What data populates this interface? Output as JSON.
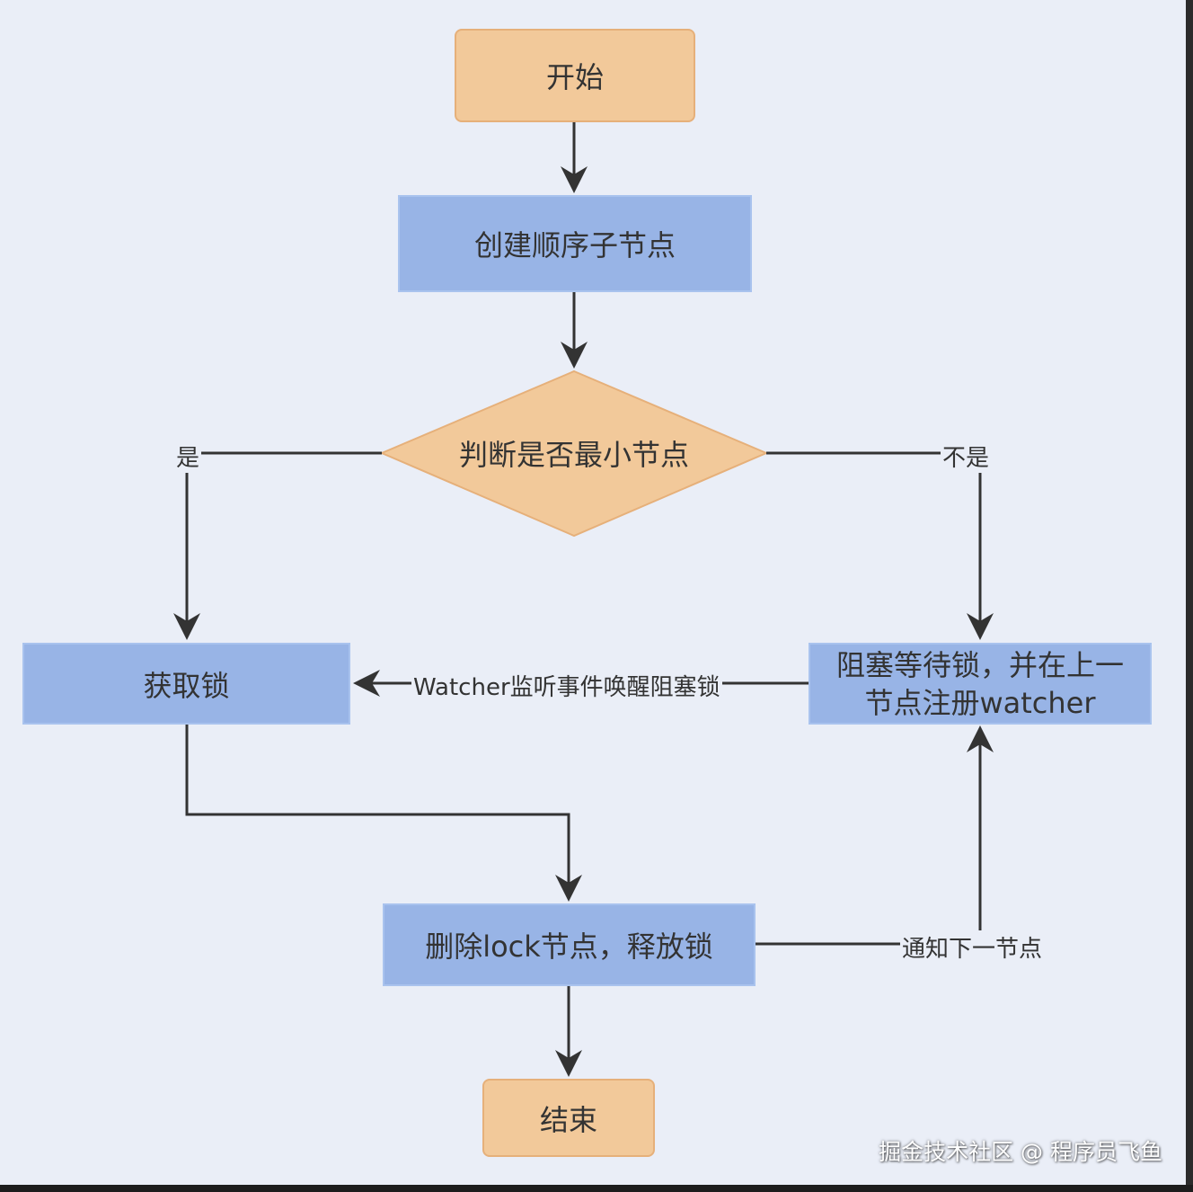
{
  "nodes": {
    "start": "开始",
    "create_node": "创建顺序子节点",
    "decision": "判断是否最小节点",
    "acquire_lock": "获取锁",
    "wait_block": "阻塞等待锁，并在上一节点注册watcher",
    "delete_release": "删除lock节点，释放锁",
    "end": "结束"
  },
  "edges": {
    "yes": "是",
    "no": "不是",
    "watcher_wakeup": "Watcher监听事件唤醒阻塞锁",
    "notify_next": "通知下一节点"
  },
  "watermark": "掘金技术社区 @ 程序员飞鱼",
  "colors": {
    "terminal": "#f2c99a",
    "process": "#98b4e6",
    "decision": "#f2c99a",
    "arrow": "#333333"
  }
}
